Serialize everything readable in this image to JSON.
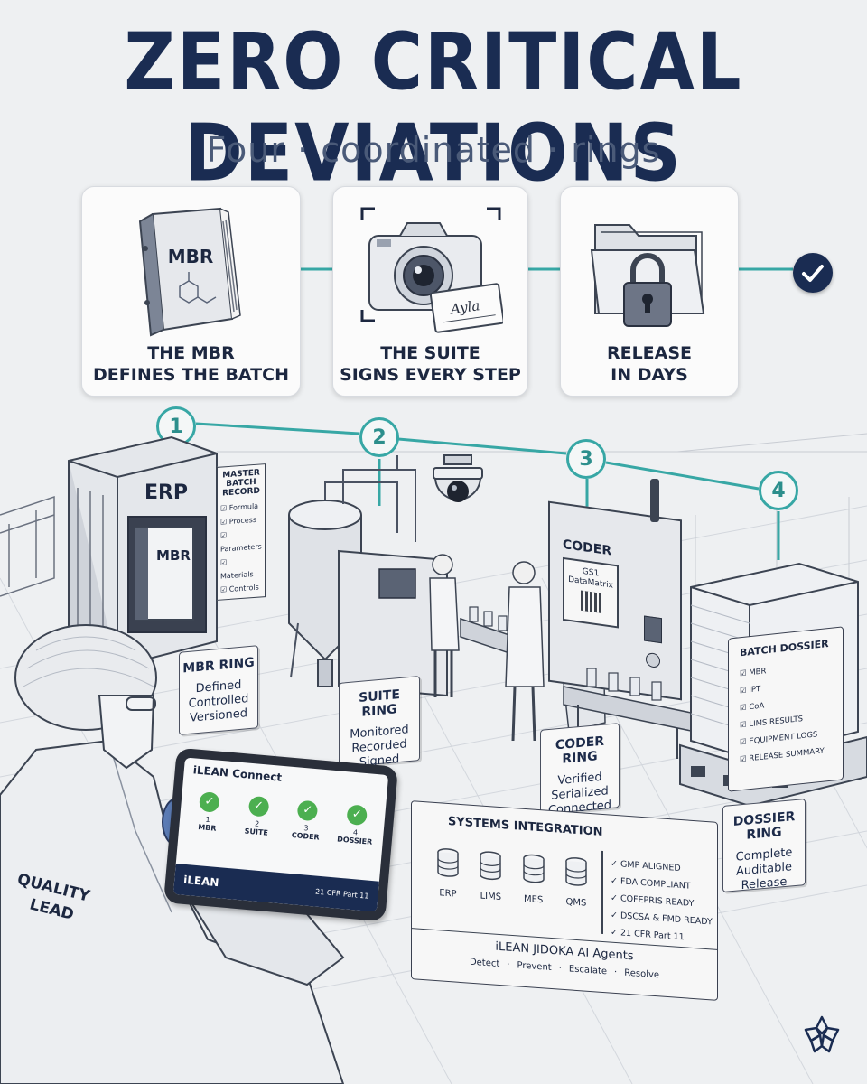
{
  "title": "ZERO CRITICAL DEVIATIONS",
  "subtitle": "Four · coordinated · rings",
  "top_cards": [
    {
      "icon": "mbr-binder-icon",
      "icon_text": "MBR",
      "label_line1": "THE MBR",
      "label_line2": "DEFINES THE BATCH"
    },
    {
      "icon": "camera-icon",
      "icon_text": "Ayla",
      "label_line1": "THE SUITE",
      "label_line2": "SIGNS EVERY STEP"
    },
    {
      "icon": "locked-folder-icon",
      "label_line1": "RELEASE",
      "label_line2": "IN DAYS"
    }
  ],
  "ring_numbers": [
    "1",
    "2",
    "3",
    "4"
  ],
  "erp": {
    "label": "ERP",
    "binder": "MBR"
  },
  "master_batch_record": {
    "title_lines": [
      "MASTER",
      "BATCH",
      "RECORD"
    ],
    "items": [
      "Formula",
      "Process",
      "Parameters",
      "Materials",
      "Controls"
    ]
  },
  "coder": {
    "label": "CODER",
    "screen_line1": "GS1",
    "screen_line2": "DataMatrix"
  },
  "rings": [
    {
      "title": "MBR RING",
      "lines": [
        "Defined",
        "Controlled",
        "Versioned"
      ]
    },
    {
      "title": "SUITE RING",
      "lines": [
        "Monitored",
        "Recorded",
        "Signed"
      ]
    },
    {
      "title": "CODER RING",
      "lines": [
        "Verified",
        "Serialized",
        "Connected"
      ]
    },
    {
      "title": "DOSSIER RING",
      "lines": [
        "Complete",
        "Auditable",
        "Release"
      ]
    }
  ],
  "batch_dossier": {
    "title": "BATCH DOSSIER",
    "items": [
      "MBR",
      "IPT",
      "CoA",
      "LIMS RESULTS",
      "EQUIPMENT LOGS",
      "RELEASE SUMMARY"
    ]
  },
  "tablet": {
    "app": "iLEAN Connect",
    "steps": [
      {
        "num": "1",
        "label": "MBR"
      },
      {
        "num": "2",
        "label": "SUITE"
      },
      {
        "num": "3",
        "label": "CODER"
      },
      {
        "num": "4",
        "label": "DOSSIER"
      }
    ],
    "brand": "iLEAN",
    "compliance": "21 CFR Part 11"
  },
  "quality_lead": {
    "line1": "QUALITY",
    "line2": "LEAD"
  },
  "systems": {
    "title": "SYSTEMS INTEGRATION",
    "databases": [
      "ERP",
      "LIMS",
      "MES",
      "QMS"
    ],
    "checks": [
      "GMP ALIGNED",
      "FDA COMPLIANT",
      "COFEPRIS READY",
      "DSCSA & FMD READY",
      "21 CFR Part 11"
    ],
    "agents_title": "iLEAN JIDOKA AI Agents",
    "agents_steps": [
      "Detect",
      "Prevent",
      "Escalate",
      "Resolve"
    ]
  },
  "colors": {
    "navy": "#1a2c52",
    "teal": "#37a7a5",
    "check_green": "#4caf50",
    "background": "#eef0f2"
  }
}
